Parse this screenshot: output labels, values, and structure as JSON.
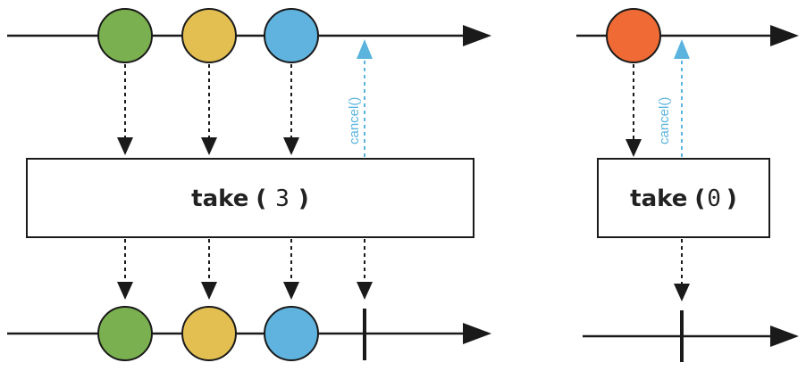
{
  "colors": {
    "line": "#1a1a1a",
    "green": "#7ab04f",
    "yellow": "#e3bf52",
    "blue": "#5fb3de",
    "orange": "#ef6a35",
    "cancel": "#5ab4de"
  },
  "left_diagram": {
    "operator_name": "take",
    "operator_open": "(",
    "operator_arg": "3",
    "operator_close": ")",
    "cancel_label": "cancel()",
    "input_items": [
      "green",
      "yellow",
      "blue"
    ],
    "output_items": [
      "green",
      "yellow",
      "blue"
    ],
    "completes": true
  },
  "right_diagram": {
    "operator_name": "take",
    "operator_open": "(",
    "operator_arg": "0",
    "operator_close": ")",
    "cancel_label": "cancel()",
    "input_items": [
      "orange"
    ],
    "output_items": [],
    "completes": true
  }
}
